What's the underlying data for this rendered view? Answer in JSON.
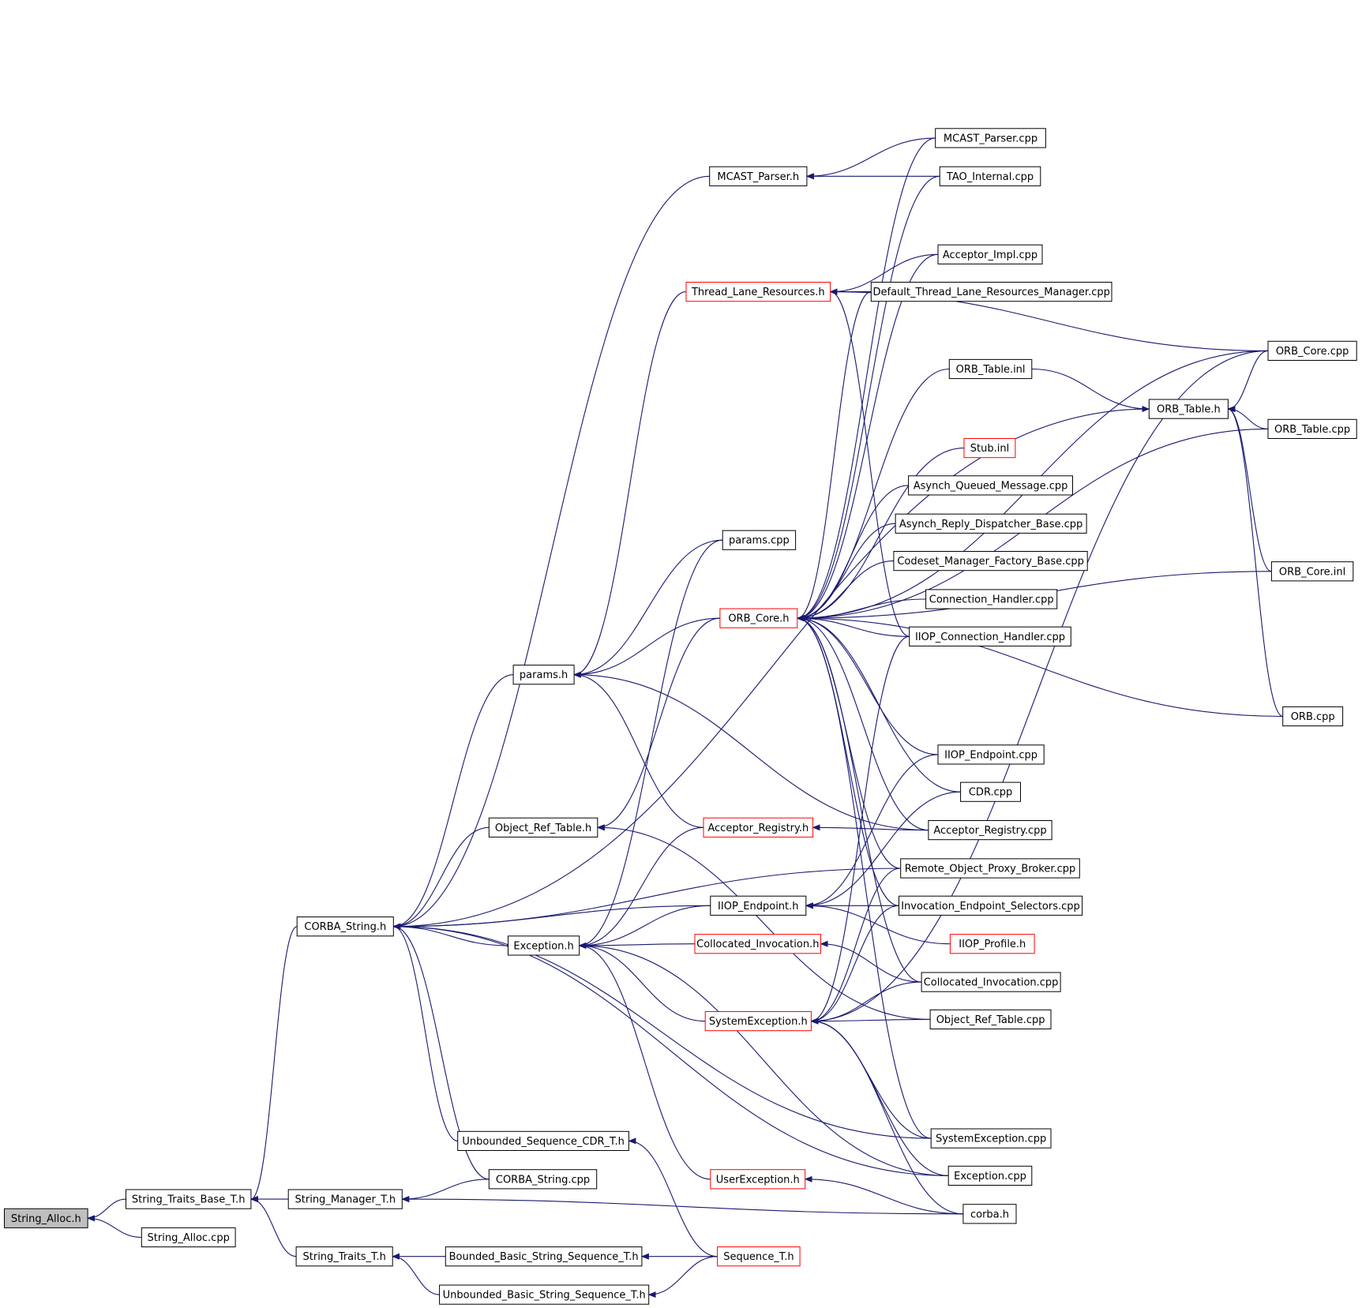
{
  "colors": {
    "edge": "#191970",
    "node_border": "#000000",
    "node_border_incomplete": "#ff0000",
    "node_fill": "#ffffff",
    "root_fill": "#bfbfbf"
  },
  "nodes": [
    {
      "id": "string_alloc_h",
      "label": "String_Alloc.h",
      "root": true
    },
    {
      "id": "string_traits_base_t_h",
      "label": "String_Traits_Base_T.h"
    },
    {
      "id": "string_alloc_cpp",
      "label": "String_Alloc.cpp"
    },
    {
      "id": "corba_string_h",
      "label": "CORBA_String.h"
    },
    {
      "id": "string_manager_t_h",
      "label": "String_Manager_T.h"
    },
    {
      "id": "string_traits_t_h",
      "label": "String_Traits_T.h"
    },
    {
      "id": "mcast_parser_h",
      "label": "MCAST_Parser.h"
    },
    {
      "id": "thread_lane_resources_h",
      "label": "Thread_Lane_Resources.h",
      "red": true
    },
    {
      "id": "params_cpp",
      "label": "params.cpp"
    },
    {
      "id": "params_h",
      "label": "params.h"
    },
    {
      "id": "orb_core_h",
      "label": "ORB_Core.h",
      "red": true
    },
    {
      "id": "object_ref_table_h",
      "label": "Object_Ref_Table.h"
    },
    {
      "id": "acceptor_registry_h",
      "label": "Acceptor_Registry.h",
      "red": true
    },
    {
      "id": "iiop_endpoint_h",
      "label": "IIOP_Endpoint.h"
    },
    {
      "id": "exception_h",
      "label": "Exception.h"
    },
    {
      "id": "collocated_invocation_h",
      "label": "Collocated_Invocation.h",
      "red": true
    },
    {
      "id": "systemexception_h",
      "label": "SystemException.h",
      "red": true
    },
    {
      "id": "unbounded_sequence_cdr_t_h",
      "label": "Unbounded_Sequence_CDR_T.h"
    },
    {
      "id": "corba_string_cpp",
      "label": "CORBA_String.cpp"
    },
    {
      "id": "userexception_h",
      "label": "UserException.h",
      "red": true
    },
    {
      "id": "bounded_basic_string_sequence_t_h",
      "label": "Bounded_Basic_String_Sequence_T.h"
    },
    {
      "id": "sequence_t_h",
      "label": "Sequence_T.h",
      "red": true
    },
    {
      "id": "unbounded_basic_string_sequence_t_h",
      "label": "Unbounded_Basic_String_Sequence_T.h"
    },
    {
      "id": "mcast_parser_cpp",
      "label": "MCAST_Parser.cpp"
    },
    {
      "id": "tao_internal_cpp",
      "label": "TAO_Internal.cpp"
    },
    {
      "id": "acceptor_impl_cpp",
      "label": "Acceptor_Impl.cpp"
    },
    {
      "id": "default_thread_lane_resources_manager_cpp",
      "label": "Default_Thread_Lane_Resources_Manager.cpp"
    },
    {
      "id": "orb_table_inl",
      "label": "ORB_Table.inl"
    },
    {
      "id": "stub_inl",
      "label": "Stub.inl",
      "red": true
    },
    {
      "id": "asynch_queued_message_cpp",
      "label": "Asynch_Queued_Message.cpp"
    },
    {
      "id": "asynch_reply_dispatcher_base_cpp",
      "label": "Asynch_Reply_Dispatcher_Base.cpp"
    },
    {
      "id": "codeset_manager_factory_base_cpp",
      "label": "Codeset_Manager_Factory_Base.cpp"
    },
    {
      "id": "connection_handler_cpp",
      "label": "Connection_Handler.cpp"
    },
    {
      "id": "iiop_connection_handler_cpp",
      "label": "IIOP_Connection_Handler.cpp"
    },
    {
      "id": "iiop_endpoint_cpp",
      "label": "IIOP_Endpoint.cpp"
    },
    {
      "id": "cdr_cpp",
      "label": "CDR.cpp"
    },
    {
      "id": "acceptor_registry_cpp",
      "label": "Acceptor_Registry.cpp"
    },
    {
      "id": "remote_object_proxy_broker_cpp",
      "label": "Remote_Object_Proxy_Broker.cpp"
    },
    {
      "id": "invocation_endpoint_selectors_cpp",
      "label": "Invocation_Endpoint_Selectors.cpp"
    },
    {
      "id": "iiop_profile_h",
      "label": "IIOP_Profile.h",
      "red": true
    },
    {
      "id": "collocated_invocation_cpp",
      "label": "Collocated_Invocation.cpp"
    },
    {
      "id": "object_ref_table_cpp",
      "label": "Object_Ref_Table.cpp"
    },
    {
      "id": "systemexception_cpp",
      "label": "SystemException.cpp"
    },
    {
      "id": "exception_cpp",
      "label": "Exception.cpp"
    },
    {
      "id": "corba_h",
      "label": "corba.h"
    },
    {
      "id": "orb_core_cpp",
      "label": "ORB_Core.cpp"
    },
    {
      "id": "orb_table_h",
      "label": "ORB_Table.h"
    },
    {
      "id": "orb_table_cpp",
      "label": "ORB_Table.cpp"
    },
    {
      "id": "orb_core_inl",
      "label": "ORB_Core.inl"
    },
    {
      "id": "orb_cpp",
      "label": "ORB.cpp"
    }
  ],
  "edges": [
    [
      "string_traits_base_t_h",
      "string_alloc_h"
    ],
    [
      "string_alloc_cpp",
      "string_alloc_h"
    ],
    [
      "corba_string_h",
      "string_traits_base_t_h"
    ],
    [
      "string_manager_t_h",
      "string_traits_base_t_h"
    ],
    [
      "string_traits_t_h",
      "string_traits_base_t_h"
    ],
    [
      "corba_string_cpp",
      "string_manager_t_h"
    ],
    [
      "corba_h",
      "string_manager_t_h"
    ],
    [
      "bounded_basic_string_sequence_t_h",
      "string_traits_t_h"
    ],
    [
      "unbounded_basic_string_sequence_t_h",
      "string_traits_t_h"
    ],
    [
      "sequence_t_h",
      "bounded_basic_string_sequence_t_h"
    ],
    [
      "sequence_t_h",
      "unbounded_basic_string_sequence_t_h"
    ],
    [
      "sequence_t_h",
      "unbounded_sequence_cdr_t_h"
    ],
    [
      "mcast_parser_h",
      "corba_string_h"
    ],
    [
      "orb_table_h",
      "corba_string_h"
    ],
    [
      "params_h",
      "corba_string_h"
    ],
    [
      "object_ref_table_h",
      "corba_string_h"
    ],
    [
      "remote_object_proxy_broker_cpp",
      "corba_string_h"
    ],
    [
      "iiop_endpoint_h",
      "corba_string_h"
    ],
    [
      "exception_h",
      "corba_string_h"
    ],
    [
      "systemexception_cpp",
      "corba_string_h"
    ],
    [
      "exception_cpp",
      "corba_string_h"
    ],
    [
      "unbounded_sequence_cdr_t_h",
      "corba_string_h"
    ],
    [
      "corba_string_cpp",
      "corba_string_h"
    ],
    [
      "mcast_parser_cpp",
      "mcast_parser_h"
    ],
    [
      "tao_internal_cpp",
      "mcast_parser_h"
    ],
    [
      "acceptor_impl_cpp",
      "thread_lane_resources_h"
    ],
    [
      "default_thread_lane_resources_manager_cpp",
      "thread_lane_resources_h"
    ],
    [
      "orb_core_cpp",
      "thread_lane_resources_h"
    ],
    [
      "iiop_connection_handler_cpp",
      "thread_lane_resources_h"
    ],
    [
      "thread_lane_resources_h",
      "params_h"
    ],
    [
      "params_cpp",
      "params_h"
    ],
    [
      "orb_core_h",
      "params_h"
    ],
    [
      "acceptor_registry_h",
      "params_h"
    ],
    [
      "acceptor_registry_cpp",
      "params_h"
    ],
    [
      "mcast_parser_cpp",
      "orb_core_h"
    ],
    [
      "tao_internal_cpp",
      "orb_core_h"
    ],
    [
      "acceptor_impl_cpp",
      "orb_core_h"
    ],
    [
      "default_thread_lane_resources_manager_cpp",
      "orb_core_h"
    ],
    [
      "orb_core_cpp",
      "orb_core_h"
    ],
    [
      "orb_table_inl",
      "orb_core_h"
    ],
    [
      "orb_table_cpp",
      "orb_core_h"
    ],
    [
      "stub_inl",
      "orb_core_h"
    ],
    [
      "asynch_queued_message_cpp",
      "orb_core_h"
    ],
    [
      "asynch_reply_dispatcher_base_cpp",
      "orb_core_h"
    ],
    [
      "codeset_manager_factory_base_cpp",
      "orb_core_h"
    ],
    [
      "connection_handler_cpp",
      "orb_core_h"
    ],
    [
      "iiop_connection_handler_cpp",
      "orb_core_h"
    ],
    [
      "orb_core_inl",
      "orb_core_h"
    ],
    [
      "orb_cpp",
      "orb_core_h"
    ],
    [
      "iiop_endpoint_cpp",
      "orb_core_h"
    ],
    [
      "cdr_cpp",
      "orb_core_h"
    ],
    [
      "acceptor_registry_cpp",
      "orb_core_h"
    ],
    [
      "remote_object_proxy_broker_cpp",
      "orb_core_h"
    ],
    [
      "invocation_endpoint_selectors_cpp",
      "orb_core_h"
    ],
    [
      "collocated_invocation_cpp",
      "orb_core_h"
    ],
    [
      "systemexception_cpp",
      "orb_core_h"
    ],
    [
      "orb_core_h",
      "object_ref_table_h"
    ],
    [
      "object_ref_table_cpp",
      "object_ref_table_h"
    ],
    [
      "acceptor_registry_cpp",
      "acceptor_registry_h"
    ],
    [
      "iiop_endpoint_cpp",
      "iiop_endpoint_h"
    ],
    [
      "invocation_endpoint_selectors_cpp",
      "iiop_endpoint_h"
    ],
    [
      "iiop_profile_h",
      "iiop_endpoint_h"
    ],
    [
      "cdr_cpp",
      "iiop_endpoint_h"
    ],
    [
      "acceptor_registry_h",
      "exception_h"
    ],
    [
      "iiop_endpoint_h",
      "exception_h"
    ],
    [
      "collocated_invocation_h",
      "exception_h"
    ],
    [
      "systemexception_h",
      "exception_h"
    ],
    [
      "userexception_h",
      "exception_h"
    ],
    [
      "exception_cpp",
      "exception_h"
    ],
    [
      "params_cpp",
      "exception_h"
    ],
    [
      "collocated_invocation_cpp",
      "collocated_invocation_h"
    ],
    [
      "object_ref_table_cpp",
      "systemexception_h"
    ],
    [
      "collocated_invocation_cpp",
      "systemexception_h"
    ],
    [
      "systemexception_cpp",
      "systemexception_h"
    ],
    [
      "exception_cpp",
      "systemexception_h"
    ],
    [
      "corba_h",
      "systemexception_h"
    ],
    [
      "orb_core_cpp",
      "systemexception_h"
    ],
    [
      "remote_object_proxy_broker_cpp",
      "systemexception_h"
    ],
    [
      "invocation_endpoint_selectors_cpp",
      "systemexception_h"
    ],
    [
      "iiop_connection_handler_cpp",
      "systemexception_h"
    ],
    [
      "corba_h",
      "userexception_h"
    ],
    [
      "orb_table_inl",
      "orb_table_h"
    ],
    [
      "orb_core_cpp",
      "orb_table_h"
    ],
    [
      "orb_table_cpp",
      "orb_table_h"
    ],
    [
      "orb_core_inl",
      "orb_table_h"
    ],
    [
      "orb_cpp",
      "orb_table_h"
    ]
  ]
}
